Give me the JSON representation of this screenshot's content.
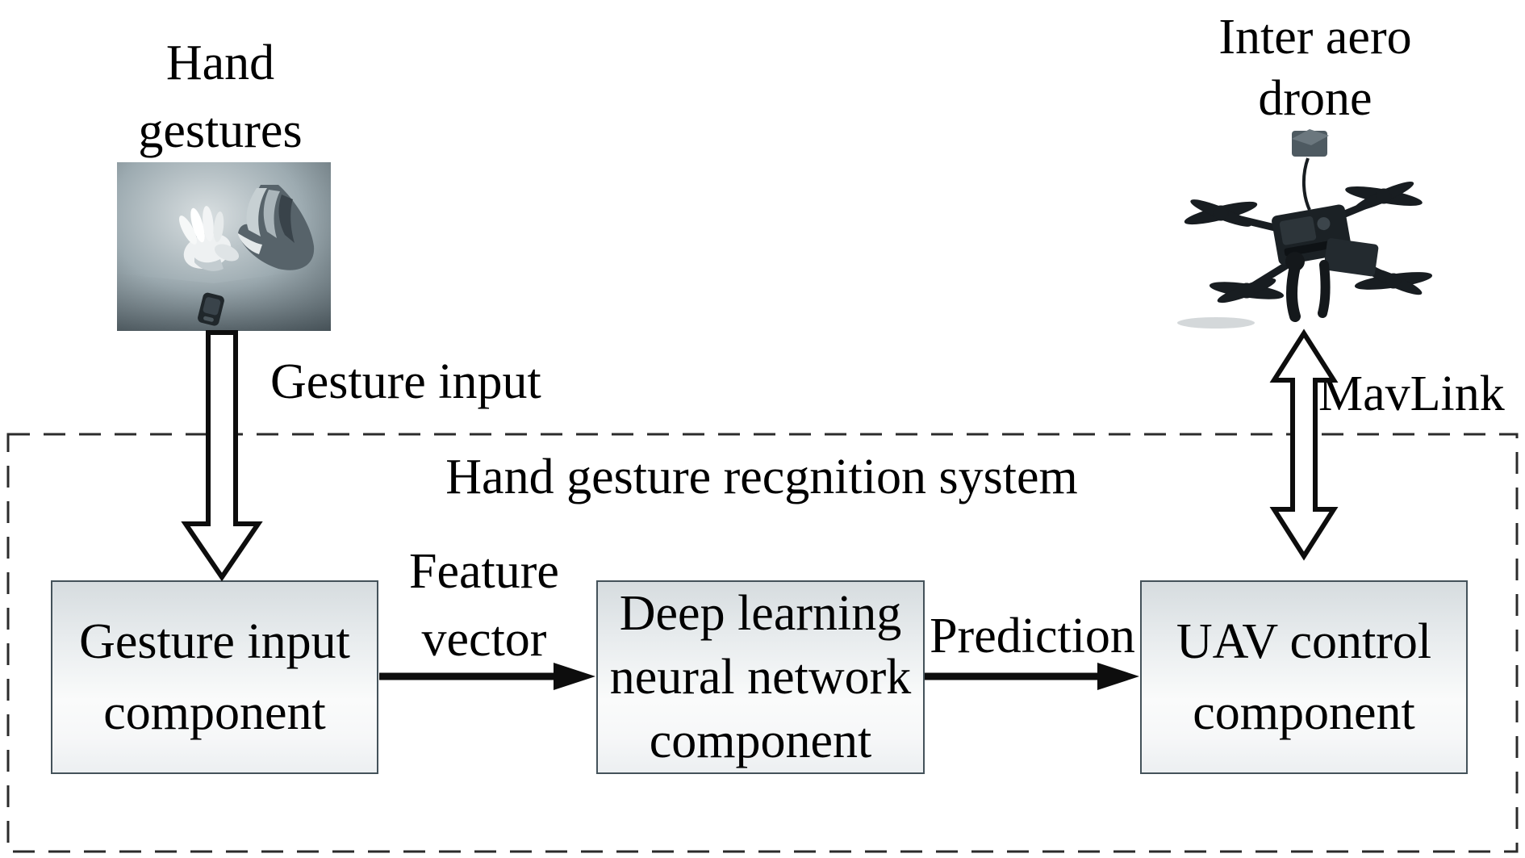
{
  "labels": {
    "hand_gestures": [
      "Hand",
      "gestures"
    ],
    "inter_aero_drone": [
      "Inter aero",
      "drone"
    ],
    "gesture_input": "Gesture input",
    "mavlink": "MavLink",
    "feature_vector": [
      "Feature",
      "vector"
    ],
    "prediction": "Prediction"
  },
  "system": {
    "title": "Hand gesture recgnition system",
    "components": [
      {
        "name": "gesture-input-component",
        "lines": [
          "Gesture input",
          "component"
        ]
      },
      {
        "name": "deep-learning-neural-network-component",
        "lines": [
          "Deep learning",
          "neural network",
          "component"
        ]
      },
      {
        "name": "uav-control-component",
        "lines": [
          "UAV control",
          "component"
        ]
      }
    ]
  },
  "images": {
    "hand_gestures_image": "grayscale-photo-two-hands-over-motion-sensor",
    "drone_image": "black-quadcopter-intel-aero-drone"
  },
  "colors": {
    "text": "#000000",
    "component_fill_top": "#d6dcdf",
    "component_fill_bottom": "#fafbfb",
    "component_border": "#44525a",
    "dashed_border": "#2b2b2b",
    "arrow": "#0d0d0d"
  }
}
